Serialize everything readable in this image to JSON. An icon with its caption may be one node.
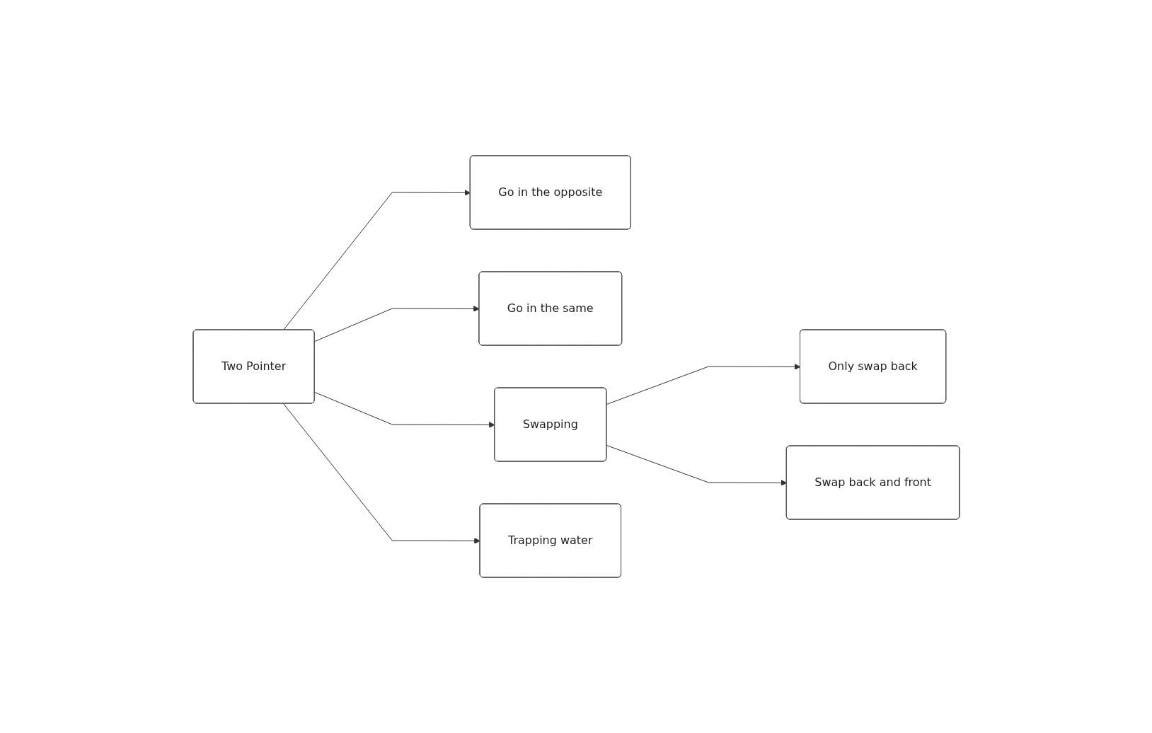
{
  "diagram": {
    "nodes": [
      {
        "text": [
          "Two Pointer"
        ]
      },
      {
        "text": [
          "Go in the opposite"
        ]
      },
      {
        "text": [
          "Go in the same"
        ]
      },
      {
        "text": [
          "Swapping"
        ]
      },
      {
        "text": [
          "Trapping water"
        ]
      },
      {
        "text": [
          "Only swap back"
        ]
      },
      {
        "text": [
          "Swap back and front"
        ]
      }
    ],
    "edges": [
      {
        "from": 0,
        "to": 1,
        "arrow": "to"
      },
      {
        "from": 0,
        "to": 2,
        "arrow": "to"
      },
      {
        "from": 0,
        "to": 3,
        "arrow": "to"
      },
      {
        "from": 0,
        "to": 4,
        "arrow": "to"
      },
      {
        "from": 3,
        "to": 5,
        "arrow": "to"
      },
      {
        "from": 3,
        "to": 6,
        "arrow": "to"
      }
    ]
  }
}
